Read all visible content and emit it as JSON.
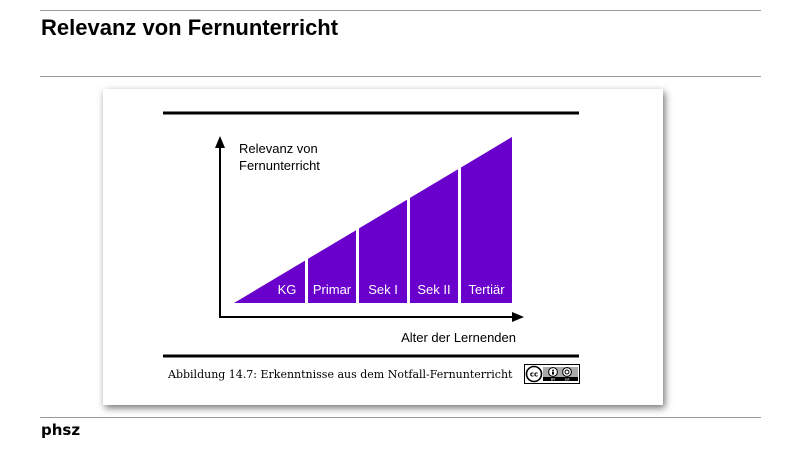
{
  "slide": {
    "title": "Relevanz von Fernunterricht",
    "footer_logo": "phsz"
  },
  "figure": {
    "caption": "Abbildung 14.7: Erkenntnisse aus dem Notfall-Fernunterricht",
    "license": {
      "cc_mark": "cc",
      "by_label": "BY",
      "sa_label": "SA"
    },
    "colors": {
      "fill": "#6a00cc",
      "axis": "#000000",
      "segment_text": "#ffffff"
    }
  },
  "chart_data": {
    "type": "area",
    "ylabel_lines": [
      "Relevanz von",
      "Fernunterricht"
    ],
    "xlabel": "Alter der Lernenden",
    "categories": [
      "KG",
      "Primar",
      "Sek I",
      "Sek II",
      "Tertiär"
    ],
    "relevance_trend": "increasing"
  }
}
